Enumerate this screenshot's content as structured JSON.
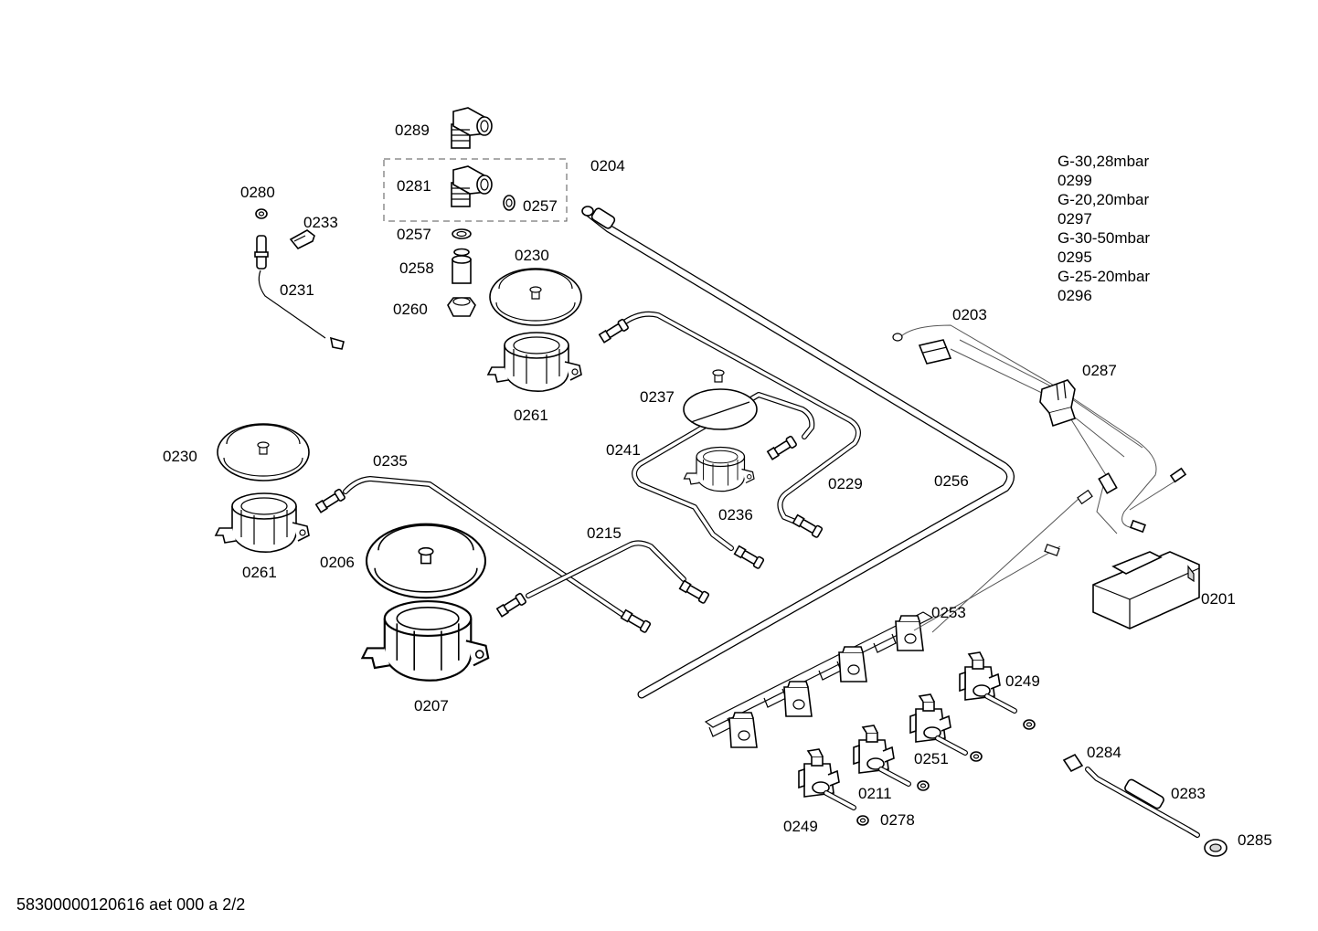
{
  "labels": {
    "p0289": "0289",
    "p0281": "0281",
    "p0204": "0204",
    "p0257a": "0257",
    "p0257b": "0257",
    "p0280": "0280",
    "p0233": "0233",
    "p0258": "0258",
    "p0230a": "0230",
    "p0231": "0231",
    "p0260": "0260",
    "p0203": "0203",
    "p0287": "0287",
    "p0261a": "0261",
    "p0237": "0237",
    "p0241": "0241",
    "p0230b": "0230",
    "p0235": "0235",
    "p0229": "0229",
    "p0256": "0256",
    "p0236": "0236",
    "p0215": "0215",
    "p0206": "0206",
    "p0261b": "0261",
    "p0201": "0201",
    "p0253": "0253",
    "p0207": "0207",
    "p0249a": "0249",
    "p0251": "0251",
    "p0284": "0284",
    "p0211": "0211",
    "p0283": "0283",
    "p0278": "0278",
    "p0249b": "0249",
    "p0285": "0285"
  },
  "gas_legend": [
    "G-30,28mbar",
    "0299",
    "G-20,20mbar",
    "0297",
    "G-30-50mbar",
    "0295",
    "G-25-20mbar",
    "0296"
  ],
  "footer": "58300000120616 aet 000 a 2/2"
}
